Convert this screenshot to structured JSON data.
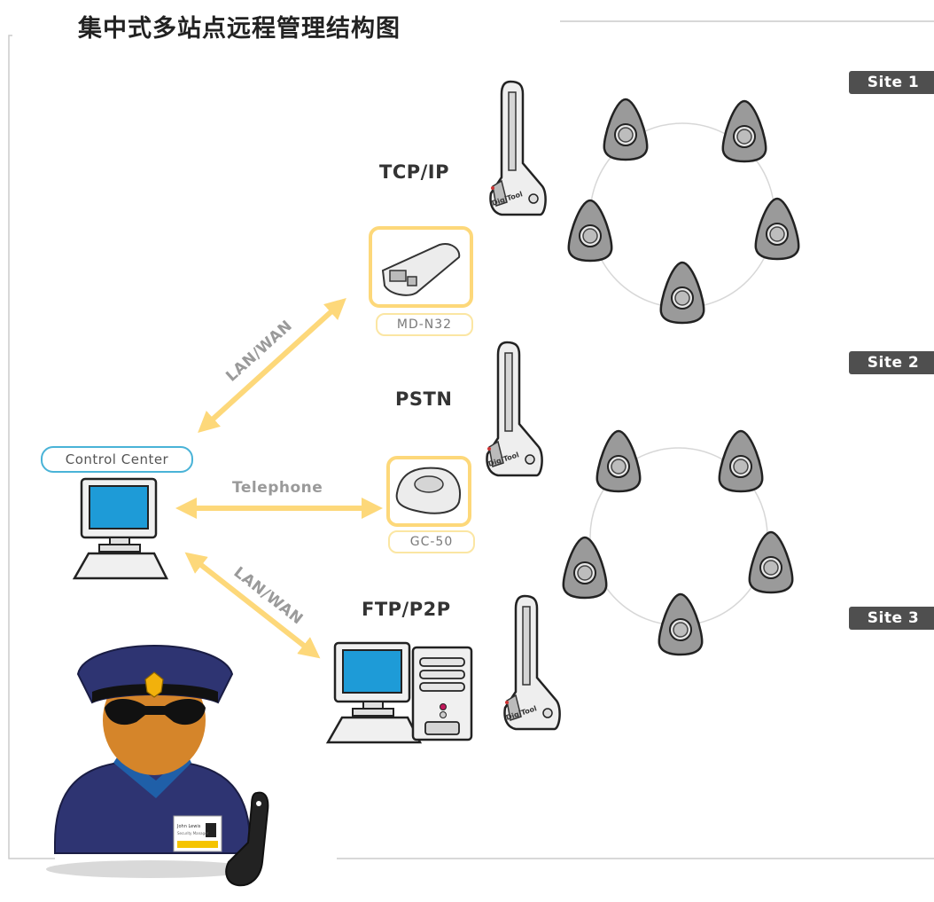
{
  "title": "集中式多站点远程管理结构图",
  "protocols": {
    "tcp": "TCP/IP",
    "pstn": "PSTN",
    "ftp": "FTP/P2P"
  },
  "devices": {
    "md": "MD-N32",
    "gc": "GC-50"
  },
  "control_center": "Control Center",
  "links": {
    "lan_top": "LAN/WAN",
    "telephone": "Telephone",
    "lan_bottom": "LAN/WAN"
  },
  "sites": [
    "Site 1",
    "Site 2",
    "Site 3"
  ],
  "brand": "DigiTool",
  "badge": {
    "name": "John Lewis",
    "role": "Security Manager"
  },
  "colors": {
    "accent": "#fdd87a",
    "cc_border": "#49b3d7",
    "tab": "#4f4f4f",
    "uniform": "#2e3472"
  }
}
